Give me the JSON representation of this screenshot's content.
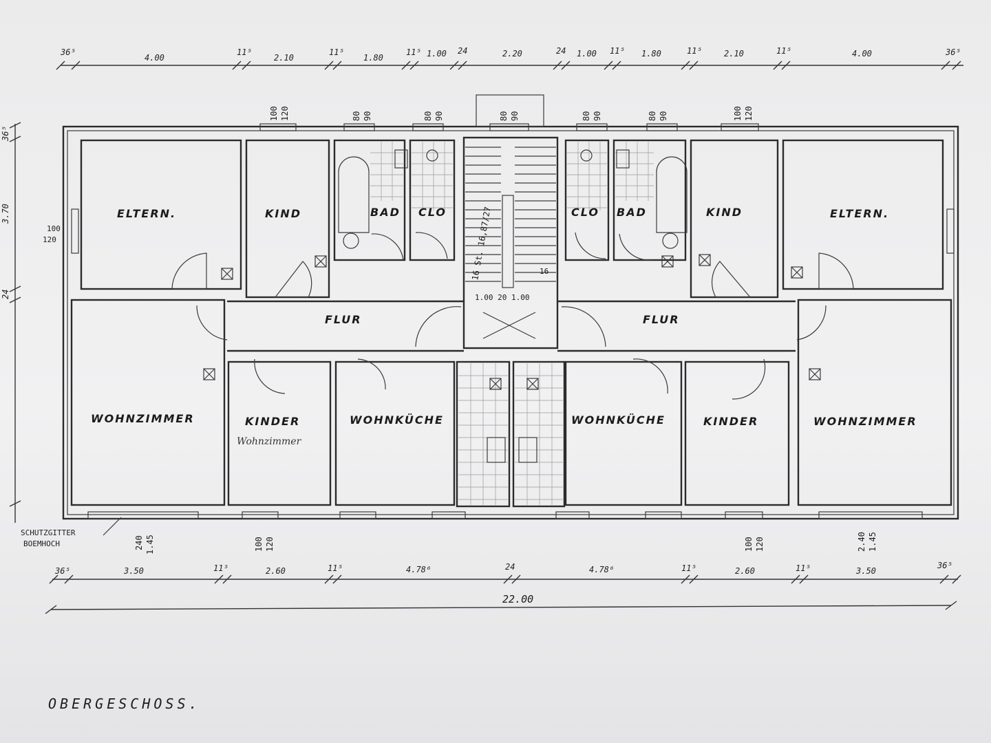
{
  "drawing_title": "OBERGESCHOSS.",
  "overall_width": "22.00",
  "top_dimensions": [
    "36⁵",
    "4.00",
    "11⁵",
    "2.10",
    "11⁵",
    "1.80",
    "11⁵",
    "1.00",
    "24",
    "2.20",
    "24",
    "1.00",
    "11⁵",
    "1.80",
    "11⁵",
    "2.10",
    "11⁵",
    "4.00",
    "36⁵"
  ],
  "bottom_dimensions": [
    "36⁵",
    "3.50",
    "11⁵",
    "2.60",
    "11⁵",
    "4.78⁶",
    "24",
    "4.78⁶",
    "11⁵",
    "2.60",
    "11⁵",
    "3.50",
    "36⁵"
  ],
  "left_dimensions": [
    "36⁵",
    "3.70",
    "24"
  ],
  "window_sizes": {
    "w_100_120": [
      "100",
      "120"
    ],
    "w_80_90": [
      "80",
      "90"
    ],
    "w_240_145": [
      "240",
      "1.45"
    ],
    "w_240_145_right": [
      "2.40",
      "1.45"
    ]
  },
  "stair_notes": {
    "steps": "16 St. 16,87/27",
    "landing": "1.00 20 1.00",
    "count": "16"
  },
  "rooms": {
    "eltern": "ELTERN.",
    "kind": "KIND",
    "bad": "BAD",
    "clo": "CLO",
    "flur": "FLUR",
    "wohnzimmer": "WOHNZIMMER",
    "kinder": "KINDER",
    "wohnkueche": "WOHNKÜCHE"
  },
  "handwritten_note": "Wohnzimmer",
  "balcony_note": [
    "SCHUTZGITTER",
    "BOEMHOCH"
  ]
}
